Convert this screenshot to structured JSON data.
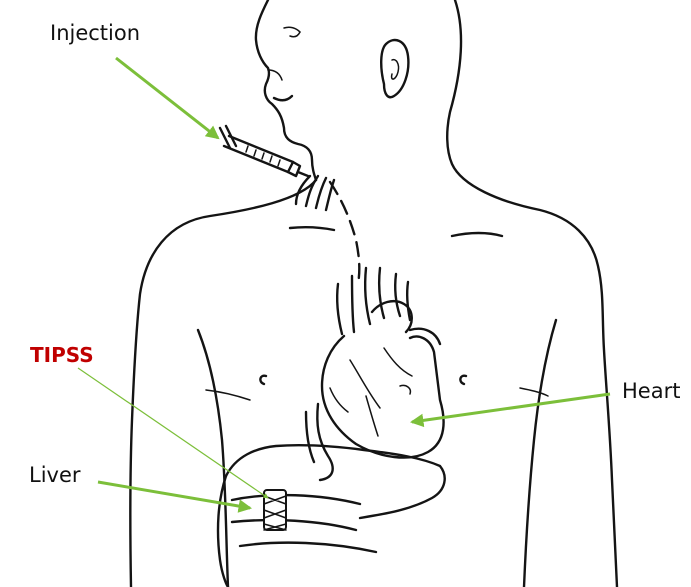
{
  "labels": {
    "injection": "Injection",
    "tipss": "TIPSS",
    "liver": "Liver",
    "heart": "Heart"
  },
  "colors": {
    "arrow": "#7cbf3a",
    "tipss": "#c00000",
    "ink": "#141414"
  }
}
